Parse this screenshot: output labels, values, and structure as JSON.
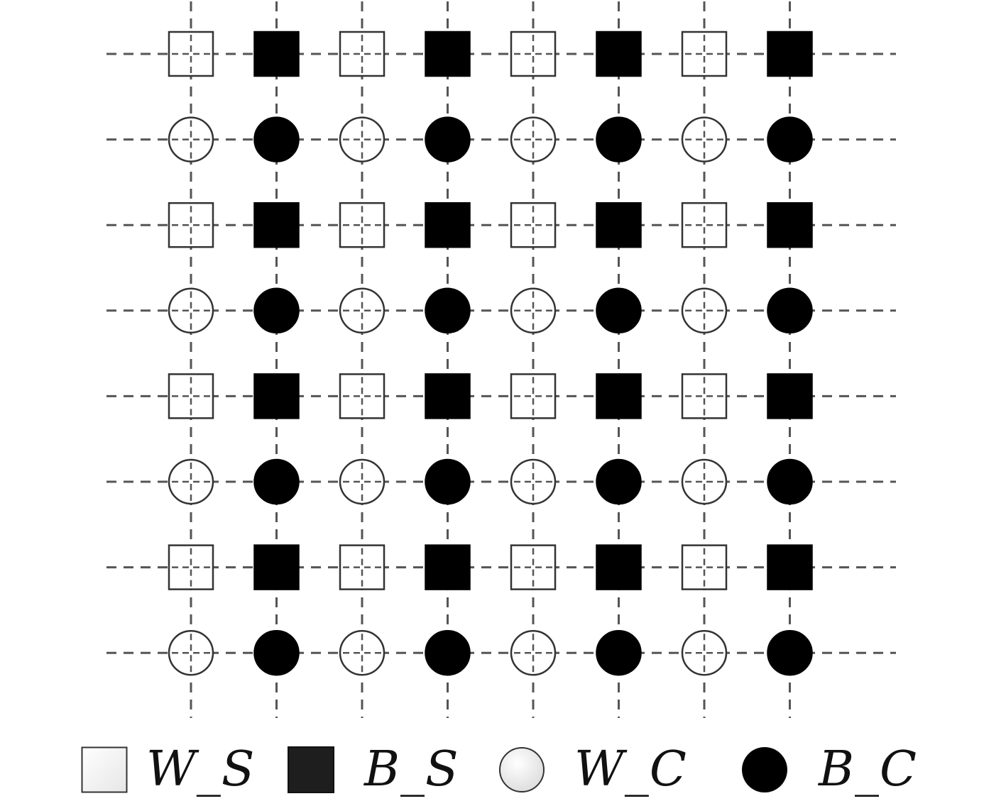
{
  "lattice": {
    "rows": 8,
    "cols": 8,
    "row_pattern": [
      "square",
      "circle"
    ],
    "col_pattern": [
      "white",
      "black"
    ],
    "colors": {
      "white_fill": "#ffffff",
      "black_fill": "#000000",
      "outline": "#333333",
      "grid_line": "#555555"
    }
  },
  "legend": {
    "items": [
      {
        "key": "white-square",
        "label": "W_S"
      },
      {
        "key": "black-square",
        "label": "B_S"
      },
      {
        "key": "white-circle",
        "label": "W_C"
      },
      {
        "key": "black-circle",
        "label": "B_C"
      }
    ]
  }
}
